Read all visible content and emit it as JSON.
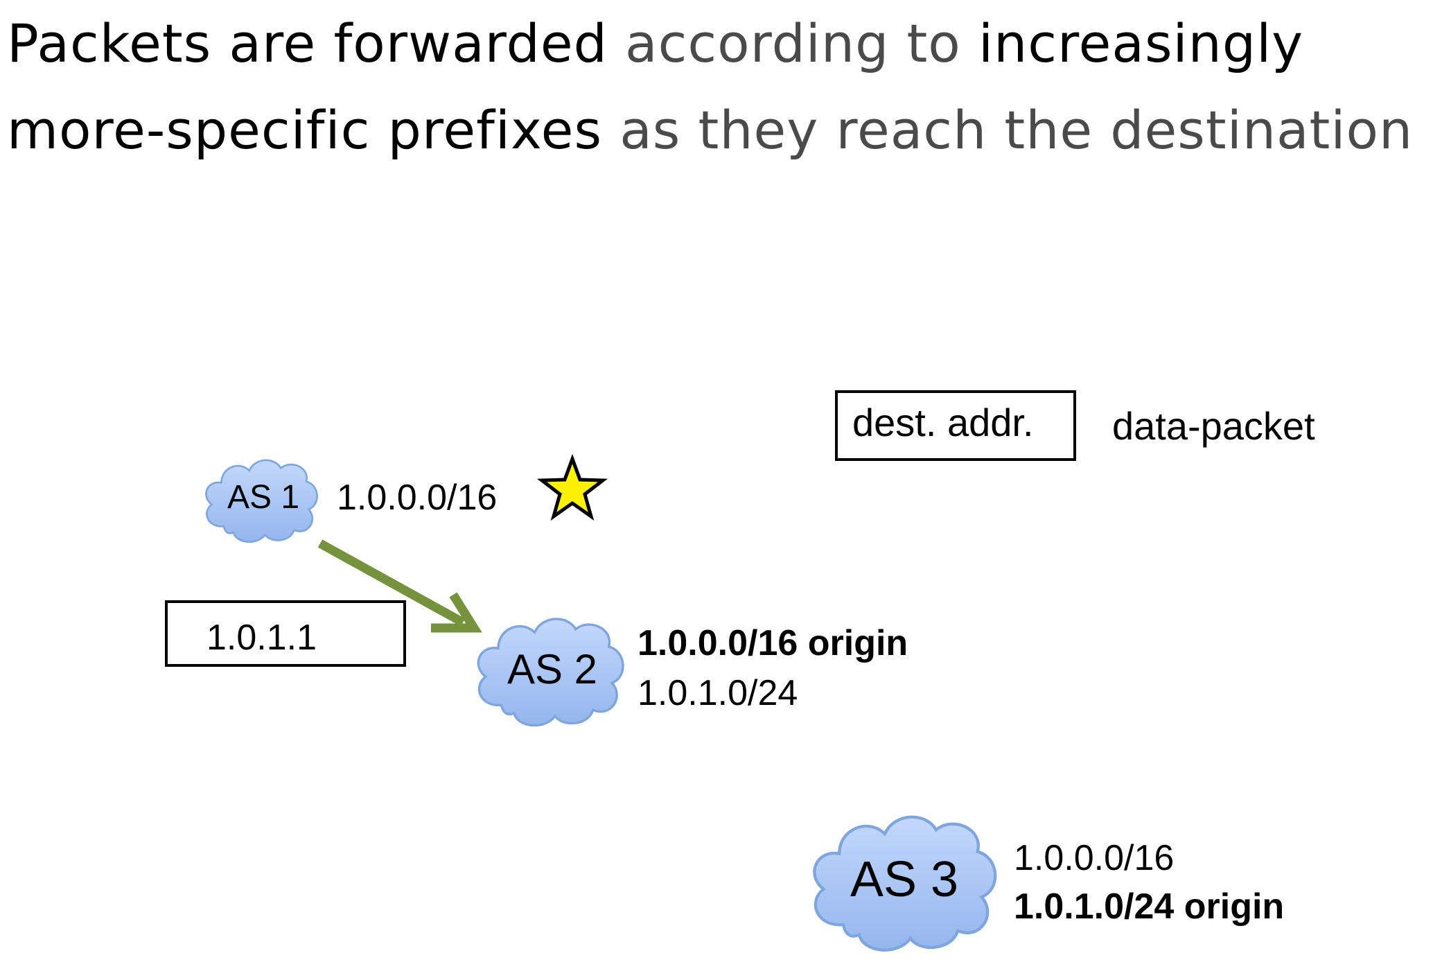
{
  "title": {
    "part1": "Packets are forwarded",
    "part2": "according to",
    "part3": "increasingly",
    "part4": "more-specific prefixes",
    "part5": "as they reach the destination"
  },
  "legend": {
    "box_text": "dest. addr.",
    "caption": "data-packet"
  },
  "packet": {
    "address": "1.0.1.1"
  },
  "nodes": {
    "as1": {
      "name": "AS 1",
      "prefix": "1.0.0.0/16"
    },
    "as2": {
      "name": "AS 2",
      "prefix1": "1.0.0.0/16 origin",
      "prefix2": "1.0.1.0/24"
    },
    "as3": {
      "name": "AS 3",
      "prefix1": "1.0.0.0/16",
      "prefix2": "1.0.1.0/24 origin"
    }
  },
  "colors": {
    "cloud_fill": "#a9c7f5",
    "cloud_stroke": "#7fa5de",
    "arrow": "#76923c",
    "star": "#fff200"
  },
  "icons": {
    "star": "star-icon",
    "arrow": "forward-arrow-icon"
  }
}
